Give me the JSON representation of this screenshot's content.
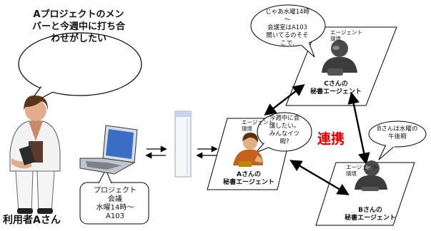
{
  "bubbles": {
    "user_request": "Aプロジェクトのメンバーと今週中に打ち合わせがしたい",
    "c_reply": [
      "じゃあ水曜14時",
      "〜",
      "会議室はA103",
      "開いてるのそそ",
      "こで."
    ],
    "a_query": [
      "今週中に会",
      "議したい。",
      "みんなイツ",
      "暇?"
    ],
    "b_free": [
      "Bさんは水曜の",
      "午後暇"
    ],
    "laptop_result": [
      "プロジェクト",
      "会議",
      "水曜14時〜",
      "A103"
    ]
  },
  "agents": {
    "a": [
      "Aさんの",
      "秘書エージェント"
    ],
    "b": [
      "Bさんの",
      "秘書エージェント"
    ],
    "c": [
      "Cさんの",
      "秘書エージェント"
    ]
  },
  "environment_label": "エージェント\n環境",
  "user_label": "利用者Aさん",
  "cooperation_label": "連携",
  "colors": {
    "cooperation": "#e10000",
    "arrow": "#000000",
    "bubble_fill": "#ffffff"
  },
  "icons": [
    "doctor-figure",
    "laptop-icon",
    "browser-window",
    "secretary-agent-icon",
    "person-agent-icon"
  ]
}
